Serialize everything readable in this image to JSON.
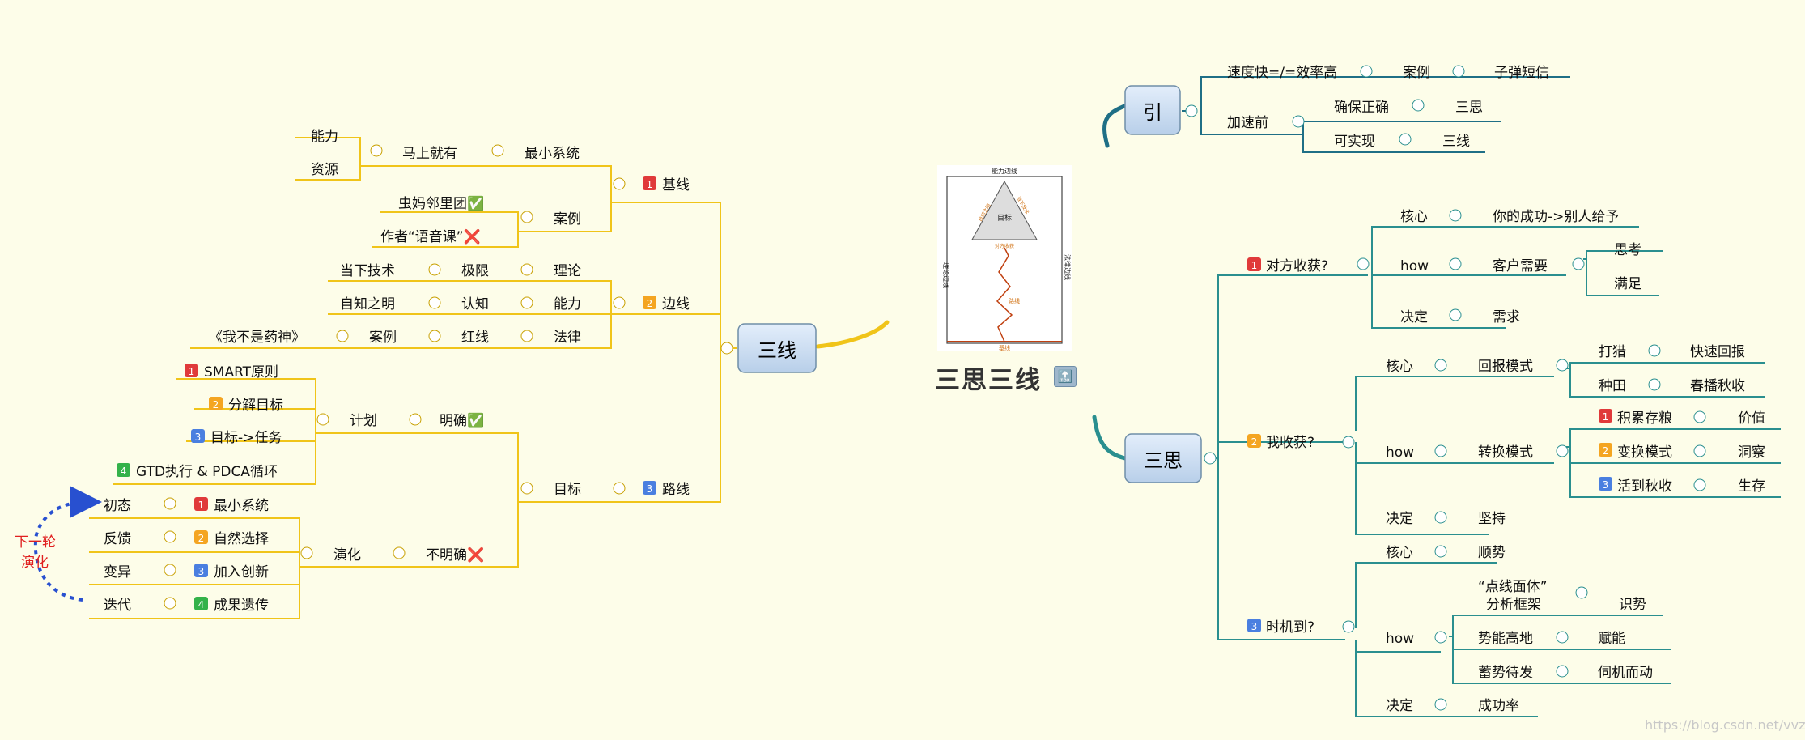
{
  "root": {
    "title": "三思三线",
    "badge": "🔝"
  },
  "thumbnail": {
    "top": "能力边线",
    "left": "理论边线",
    "right": "法律边线",
    "bottom": "基线",
    "center": "目标",
    "tri_left": "自知之明",
    "tri_right": "当下技术",
    "under": "对方收获",
    "path": "路线"
  },
  "branches": {
    "yin": "引",
    "sansi": "三思",
    "sanxian": "三线"
  },
  "yin": {
    "speed": "速度快=/=效率高",
    "case": "案例",
    "bullet_sms": "子弹短信",
    "before": "加速前",
    "ensure": "确保正确",
    "sansi": "三思",
    "feasible": "可实现",
    "sanxian": "三线"
  },
  "sansi": {
    "q1": "对方收获?",
    "q2": "我收获?",
    "q3": "时机到?",
    "core": "核心",
    "how": "how",
    "decide": "决定",
    "q1_core": "你的成功->别人给予",
    "q1_need": "客户需要",
    "think": "思考",
    "satisfy": "满足",
    "demand": "需求",
    "reward_mode": "回报模式",
    "hunt": "打猎",
    "quick": "快速回报",
    "farm": "种田",
    "spring": "春播秋收",
    "convert_mode": "转换模式",
    "accumulate": "积累存粮",
    "value": "价值",
    "change_mode": "变换模式",
    "insight": "洞察",
    "autumn": "活到秋收",
    "survive": "生存",
    "persist": "坚持",
    "follow": "顺势",
    "frame1": "“点线面体”",
    "frame2": "分析框架",
    "recognize": "识势",
    "high": "势能高地",
    "empower": "赋能",
    "store": "蓄势待发",
    "wait": "伺机而动",
    "success_rate": "成功率"
  },
  "sanxian": {
    "baseline": "基线",
    "edge": "边线",
    "route": "路线",
    "min_system": "最小系统",
    "ready": "马上就有",
    "ability": "能力",
    "resource": "资源",
    "case": "案例",
    "meituan": "虫妈邻里团✅",
    "voice": "作者“语音课”❌",
    "theory": "理论",
    "limit": "极限",
    "tech": "当下技术",
    "cognition": "认知",
    "self": "自知之明",
    "law": "法律",
    "redline": "红线",
    "movie": "《我不是药神》",
    "goal": "目标",
    "clear": "明确✅",
    "plan": "计划",
    "smart": "SMART原则",
    "decompose": "分解目标",
    "task": "目标->任务",
    "gtd": "GTD执行 & PDCA循环",
    "unclear": "不明确❌",
    "evolve": "演化",
    "init": "初态",
    "feedback": "反馈",
    "variation": "变异",
    "iterate": "迭代",
    "natural": "自然选择",
    "innovate": "加入创新",
    "inherit": "成果遗传",
    "next_round_1": "下一轮",
    "next_round_2": "演化"
  },
  "badges": {
    "one": "1",
    "two": "2",
    "three": "3",
    "four": "4"
  },
  "colors": {
    "background": "#fdfde9",
    "teal": "#2a8f8f",
    "yellow": "#f0c419",
    "badge1": "#e03a3a",
    "badge2": "#f4a521",
    "badge3": "#4a7fe0",
    "badge4": "#34b24a",
    "root_box": "#c9dcf2",
    "accent_red": "#e02020",
    "accent_blue": "#2850d0"
  },
  "watermark": "https://blog.csdn.net/vvzcc"
}
